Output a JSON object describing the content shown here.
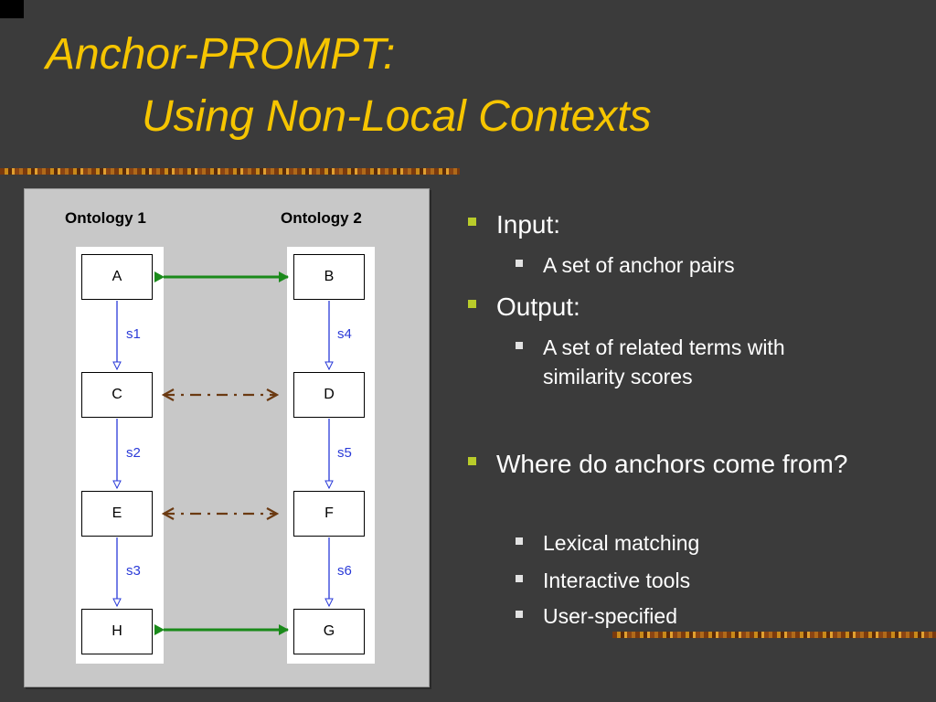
{
  "slide": {
    "title_line1": "Anchor-PROMPT:",
    "title_line2": "Using Non-Local Contexts"
  },
  "diagram": {
    "ontology1_label": "Ontology 1",
    "ontology2_label": "Ontology 2",
    "ontology1_nodes": [
      "A",
      "C",
      "E",
      "H"
    ],
    "ontology2_nodes": [
      "B",
      "D",
      "F",
      "G"
    ],
    "ontology1_edges": [
      "s1",
      "s2",
      "s3"
    ],
    "ontology2_edges": [
      "s4",
      "s5",
      "s6"
    ],
    "anchor_pairs": [
      [
        "A",
        "B"
      ],
      [
        "H",
        "G"
      ]
    ],
    "related_pairs": [
      [
        "C",
        "D"
      ],
      [
        "E",
        "F"
      ]
    ],
    "colors": {
      "anchor_arrow": "#1a8a1a",
      "related_arrow": "#6b3a12",
      "edge_arrow": "#2a3ad8",
      "title": "#f6c500",
      "bullet_main": "#b9cc2a"
    }
  },
  "bullets": {
    "input": "Input:",
    "input_sub": "A set of anchor pairs",
    "output": "Output:",
    "output_sub": "A set of related terms with similarity scores",
    "where": "Where do anchors come from?",
    "where_sub1": "Lexical matching",
    "where_sub2": "Interactive tools",
    "where_sub3": "User-specified"
  }
}
